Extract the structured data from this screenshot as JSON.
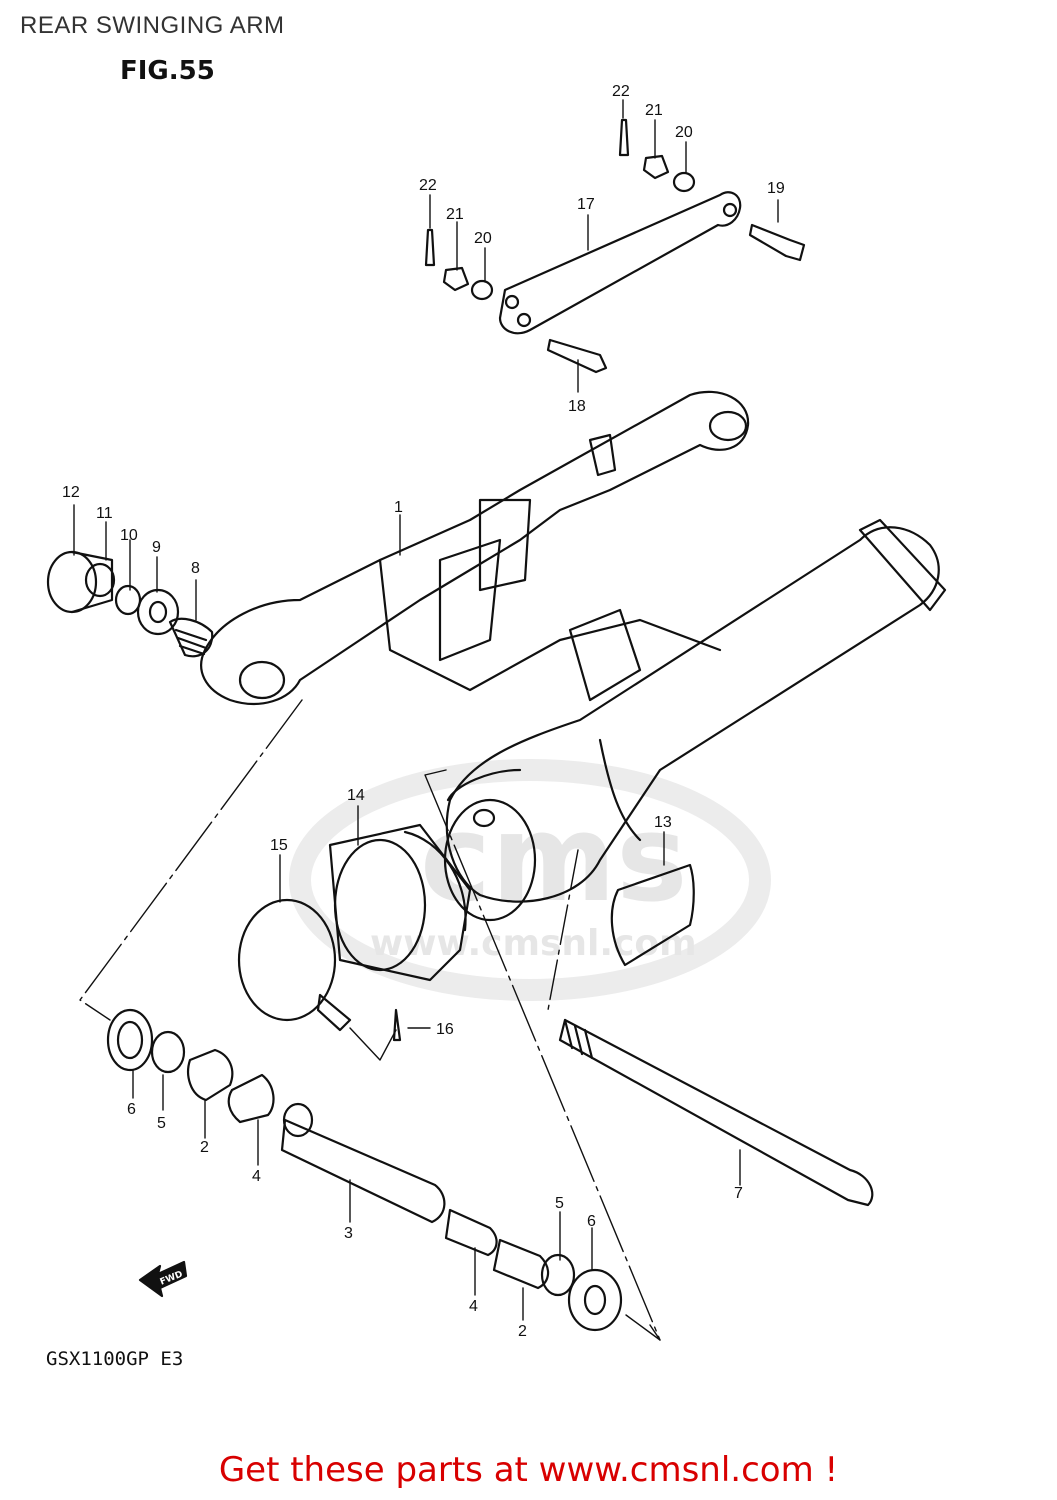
{
  "title": "REAR SWINGING ARM",
  "figure_label": "FIG.55",
  "model_code": "GSX1100GP  E3",
  "fwd_label": "FWD",
  "cta_text": "Get these parts at www.cmsnl.com !",
  "watermark": {
    "brand": "cms",
    "url": "www.cmsnl.com"
  },
  "callouts": {
    "c1": "1",
    "c2a": "2",
    "c2b": "2",
    "c3": "3",
    "c4a": "4",
    "c4b": "4",
    "c5a": "5",
    "c5b": "5",
    "c6a": "6",
    "c6b": "6",
    "c7": "7",
    "c8": "8",
    "c9": "9",
    "c10": "10",
    "c11": "11",
    "c12": "12",
    "c13": "13",
    "c14": "14",
    "c15": "15",
    "c16": "16",
    "c17": "17",
    "c18": "18",
    "c19": "19",
    "c20a": "20",
    "c20b": "20",
    "c21a": "21",
    "c21b": "21",
    "c22a": "22",
    "c22b": "22"
  }
}
